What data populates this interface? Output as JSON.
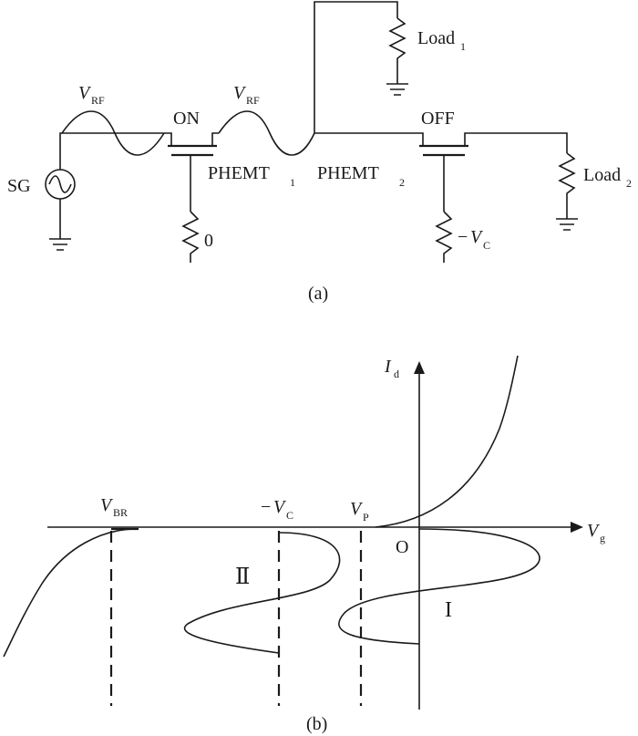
{
  "circuit": {
    "caption": "(a)",
    "source_label": "SG",
    "rf_label_1": {
      "main": "V",
      "sub": "RF"
    },
    "rf_label_2": {
      "main": "V",
      "sub": "RF"
    },
    "switch_on_label": "ON",
    "switch_off_label": "OFF",
    "transistor_1": {
      "main": "PHEMT",
      "sub": "1"
    },
    "transistor_2": {
      "main": "PHEMT",
      "sub": "2"
    },
    "load_1": {
      "main": "Load",
      "sub": "1"
    },
    "load_2": {
      "main": "Load",
      "sub": "2"
    },
    "gate_bias_1": "0",
    "gate_bias_2": {
      "prefix": "−",
      "main": "V",
      "sub": "C"
    }
  },
  "characteristic": {
    "caption": "(b)",
    "y_axis": {
      "main": "I",
      "sub": "d"
    },
    "x_axis": {
      "main": "V",
      "sub": "g"
    },
    "origin_label": "O",
    "breakdown_label": {
      "main": "V",
      "sub": "BR"
    },
    "control_label": {
      "prefix": "−",
      "main": "V",
      "sub": "C"
    },
    "pinchoff_label": {
      "main": "V",
      "sub": "P"
    },
    "region_1_label": "I",
    "region_2_label": "Ⅱ"
  }
}
